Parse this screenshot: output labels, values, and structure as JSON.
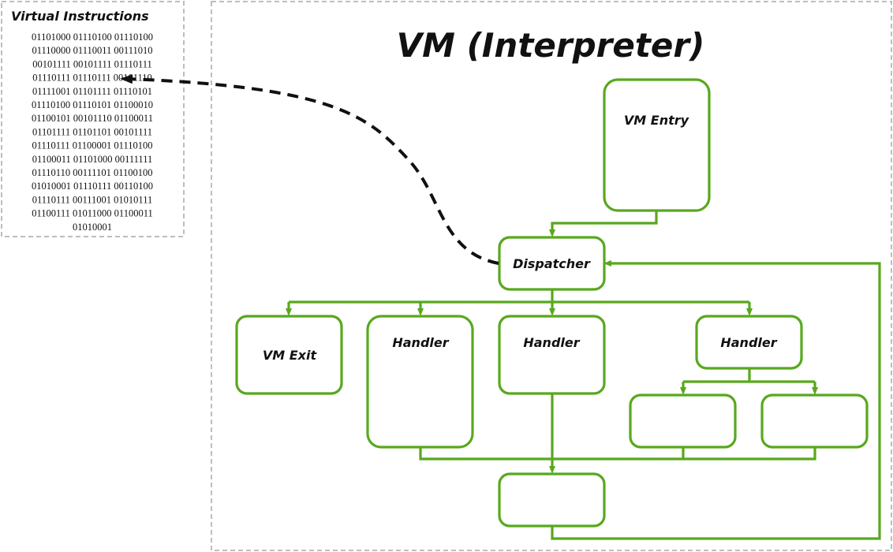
{
  "title": "VM (Interpreter)",
  "virtual_instructions": {
    "heading": "Virtual Instructions",
    "lines": [
      "01101000 01110100 01110100",
      "01110000 01110011 00111010",
      "00101111 00101111 01110111",
      "01110111 01110111 00101110",
      "01111001 01101111 01110101",
      "01110100 01110101 01100010",
      "01100101 00101110 01100011",
      "01101111 01101101 00101111",
      "01110111 01100001 01110100",
      "01100011 01101000 00111111",
      "01110110 00111101 01100100",
      "01010001 01110111 00110100",
      "01110111 00111001 01010111",
      "01100111 01011000 01100011",
      "01010001"
    ]
  },
  "nodes": {
    "vm_entry": "VM Entry",
    "dispatcher": "Dispatcher",
    "vm_exit": "VM Exit",
    "handler_1": "Handler",
    "handler_2": "Handler",
    "handler_3": "Handler"
  },
  "colors": {
    "box_stroke": "#58a81d",
    "dashed_link": "#111111",
    "frame": "#bdbdbd"
  }
}
